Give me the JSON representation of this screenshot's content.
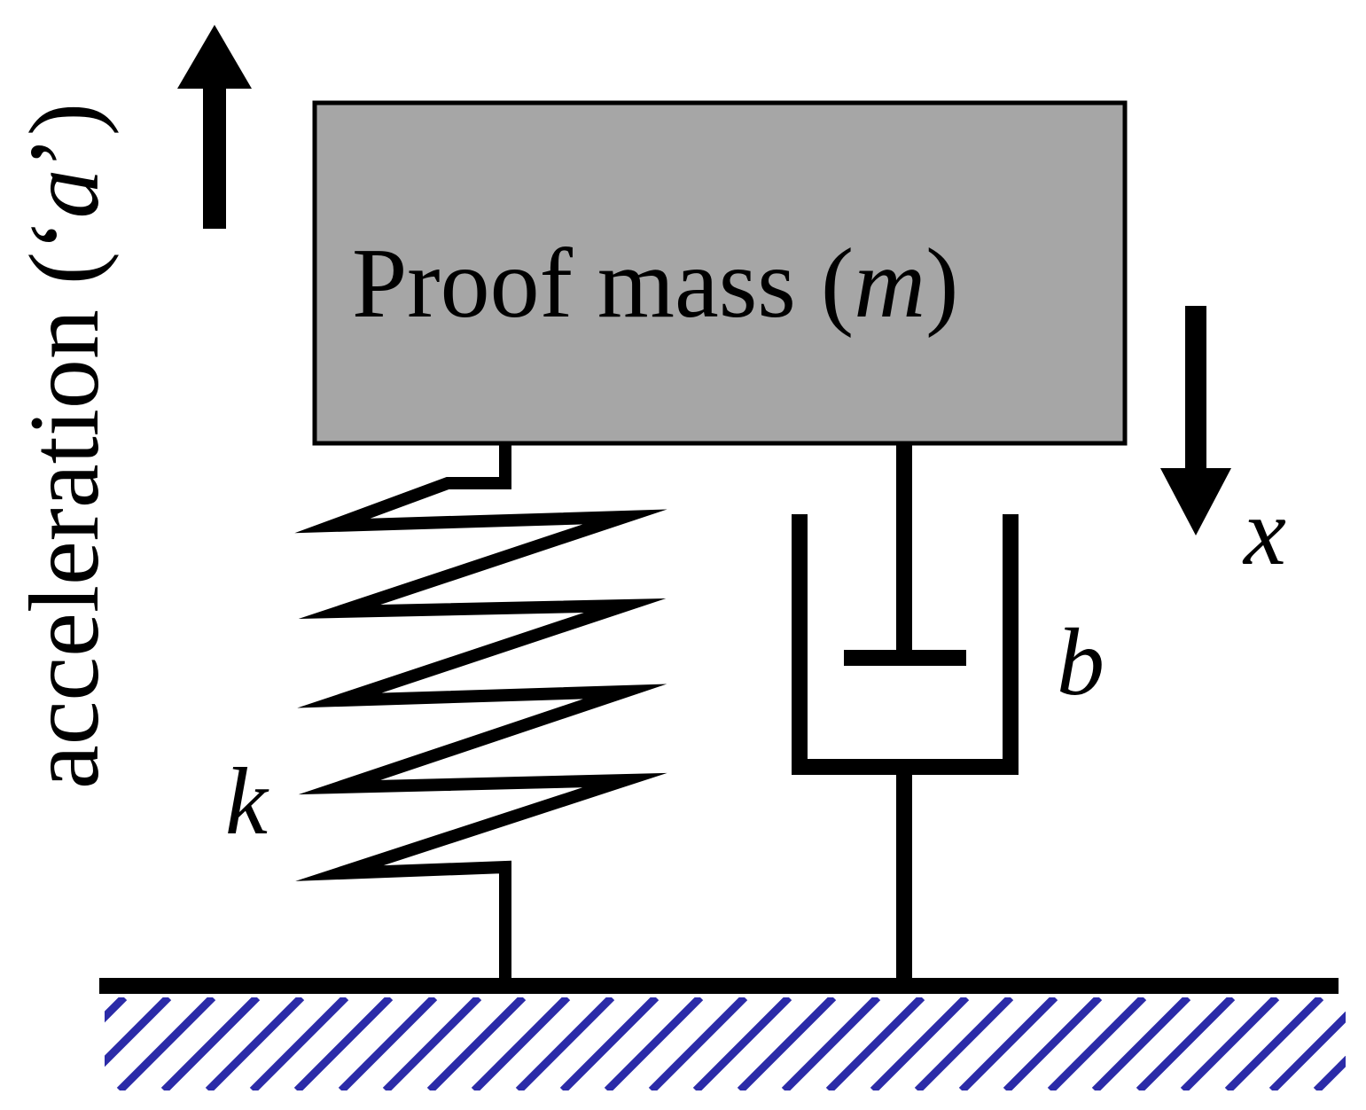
{
  "diagram": {
    "mass_label_prefix": "Proof mass (",
    "mass_label_symbol": "m",
    "mass_label_suffix": ")",
    "acceleration_label_prefix": "acceleration (‘",
    "acceleration_label_symbol": "a",
    "acceleration_label_suffix": "’)",
    "spring_constant": "k",
    "damping_coefficient": "b",
    "displacement": "x"
  },
  "colors": {
    "mass_fill": "#a6a6a6",
    "stroke": "#000000",
    "ground_hatch": "#2b2ba8",
    "background": "#ffffff"
  }
}
